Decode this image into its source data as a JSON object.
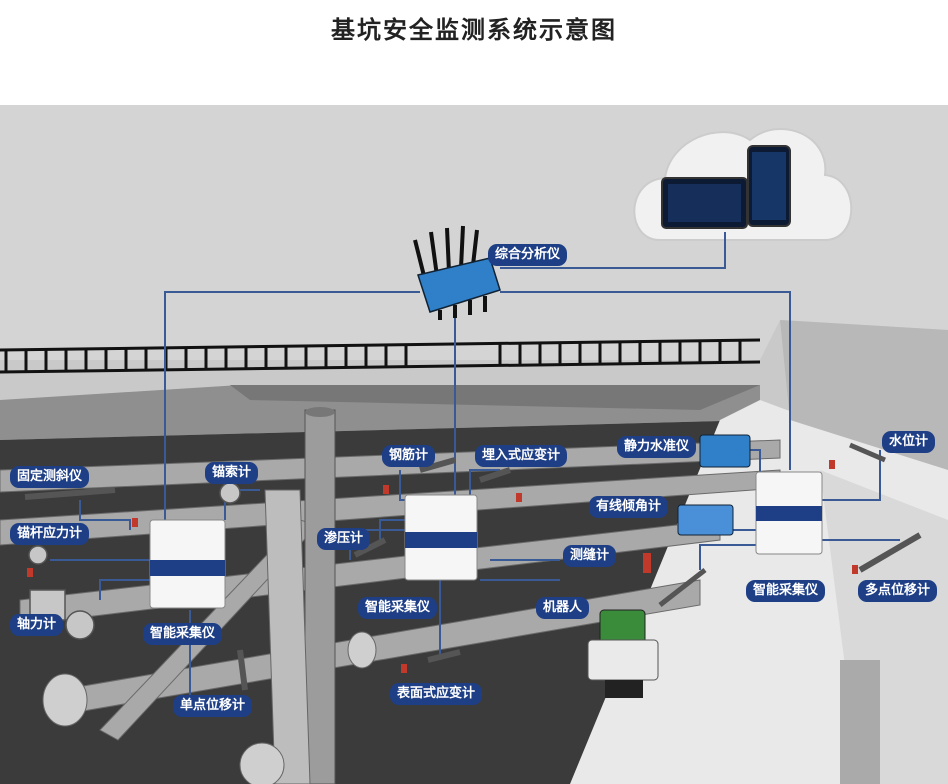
{
  "title": "基坑安全监测系统示意图",
  "labels": {
    "analyzer": "综合分析仪",
    "hydrostatic": "静力水准仪",
    "water_level": "水位计",
    "fixed_inclinometer": "固定测斜仪",
    "anchor_cable": "锚索计",
    "rebar": "钢筋计",
    "embedded_strain": "埋入式应变计",
    "wired_tilt": "有线倾角计",
    "anchor_rod": "锚杆应力计",
    "piezometer": "渗压计",
    "crack": "测缝计",
    "collector_left": "智能采集仪",
    "collector_mid": "智能采集仪",
    "collector_right": "智能采集仪",
    "robot": "机器人",
    "axial": "轴力计",
    "multipoint": "多点位移计",
    "surface_strain": "表面式应变计",
    "single_point": "单点位移计"
  },
  "colors": {
    "accent": "#1e3f86",
    "wire": "#3a5a95",
    "device_blue": "#2f7fc9",
    "ground": "#bfbfbf",
    "pit_dark": "#3b3b3b"
  }
}
